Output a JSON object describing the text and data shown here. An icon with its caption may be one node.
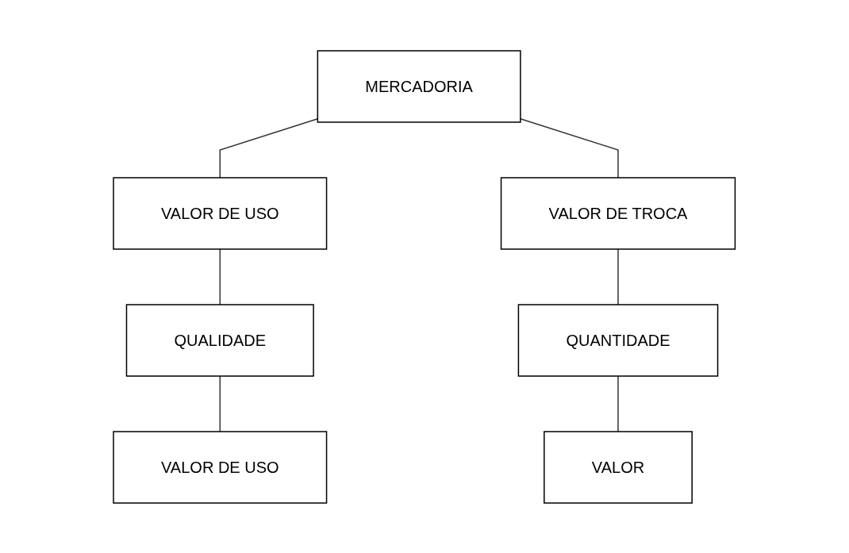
{
  "diagram": {
    "nodes": [
      {
        "text": [
          "MERCADORIA"
        ]
      },
      {
        "text": [
          "VALOR DE USO"
        ]
      },
      {
        "text": [
          "VALOR DE TROCA"
        ]
      },
      {
        "text": [
          "QUALIDADE"
        ]
      },
      {
        "text": [
          "QUANTIDADE"
        ]
      },
      {
        "text": [
          "VALOR DE USO"
        ]
      },
      {
        "text": [
          "VALOR"
        ]
      }
    ],
    "edges": [
      {
        "from": 0,
        "to": 1,
        "arrow": "none"
      },
      {
        "from": 0,
        "to": 2,
        "arrow": "none"
      },
      {
        "from": 1,
        "to": 3,
        "arrow": "none"
      },
      {
        "from": 2,
        "to": 4,
        "arrow": "none"
      },
      {
        "from": 3,
        "to": 5,
        "arrow": "none"
      },
      {
        "from": 4,
        "to": 6,
        "arrow": "none"
      }
    ]
  }
}
